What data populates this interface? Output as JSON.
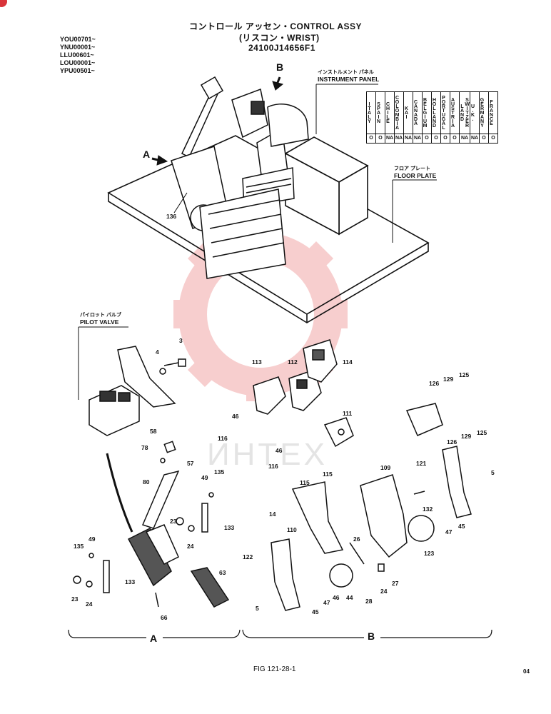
{
  "header": {
    "title_line1": "コントロール アッセン・CONTROL ASSY",
    "title_line2": "(リスコン・WRIST)",
    "part_no": "24100J14656F1",
    "serials": [
      "YOU00701~",
      "YNU00001~",
      "LLU00601~",
      "LOU00001~",
      "YPU00501~"
    ]
  },
  "labels": {
    "view_a": "A",
    "view_b": "B",
    "instrument_panel_jp": "インストルメント パネル",
    "instrument_panel": "INSTRUMENT PANEL",
    "floor_plate_jp": "フロア プレート",
    "floor_plate": "FLOOR PLATE",
    "pilot_valve_jp": "パイロット バルブ",
    "pilot_valve": "PILOT VALVE",
    "section_a": "A",
    "section_b": "B",
    "watermark": "ИНТЕХ",
    "figure": "FIG 121-28-1",
    "page": "04"
  },
  "countries": [
    {
      "name": "ITALY",
      "mark": "O"
    },
    {
      "name": "SPAIN",
      "mark": "O"
    },
    {
      "name": "CHILE",
      "mark": "NA"
    },
    {
      "name": "COLOMBIA",
      "mark": "NA"
    },
    {
      "name": "KAI",
      "mark": "NA"
    },
    {
      "name": "CANADA",
      "mark": "NA"
    },
    {
      "name": "BELGIUM",
      "mark": "O"
    },
    {
      "name": "HOLLAND",
      "mark": "O"
    },
    {
      "name": "PORTUGAL",
      "mark": "O"
    },
    {
      "name": "AUSTRIA",
      "mark": "O"
    },
    {
      "name": "SWITZER LAND",
      "mark": "NA"
    },
    {
      "name": "U.K.",
      "mark": "NA"
    },
    {
      "name": "GERMANY",
      "mark": "O"
    },
    {
      "name": "FRANCE",
      "mark": "O"
    }
  ],
  "part_numbers": {
    "p136": "136",
    "p3": "3",
    "p4": "4",
    "p113": "113",
    "p112": "112",
    "p114": "114",
    "p111": "111",
    "p46a": "46",
    "p116a": "116",
    "p46b": "46",
    "p116b": "116",
    "p115a": "115",
    "p115b": "115",
    "p58": "58",
    "p78": "78",
    "p57": "57",
    "p80": "80",
    "p49a": "49",
    "p135a": "135",
    "p133a": "133",
    "p23a": "23",
    "p24a": "24",
    "p49b": "49",
    "p135b": "135",
    "p133b": "133",
    "p23b": "23",
    "p24b": "24",
    "p63": "63",
    "p66": "66",
    "p14": "14",
    "p110": "110",
    "p109": "109",
    "p26a": "26",
    "p122": "122",
    "p5a": "5",
    "p45a": "45",
    "p47a": "47",
    "p46c": "46",
    "p44": "44",
    "p28": "28",
    "p24c": "24",
    "p27": "27",
    "p123": "123",
    "p132": "132",
    "p47b": "47",
    "p45b": "45",
    "p121": "121",
    "p5b": "5",
    "p126a": "126",
    "p129a": "129",
    "p125a": "125",
    "p126b": "126",
    "p129b": "129",
    "p125b": "125"
  },
  "colors": {
    "ink": "#111111",
    "watermark": "#f2a7a7",
    "badge": "#d9343a"
  }
}
